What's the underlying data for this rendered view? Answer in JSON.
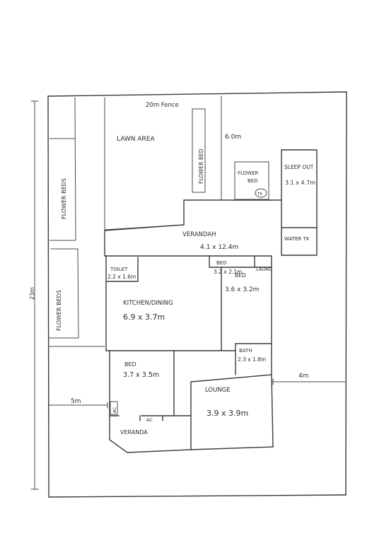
{
  "labels": {
    "fence": "20m Fence",
    "lawn": "LAWN AREA",
    "flower_bed_top": "FLOWER BED",
    "six_m": "6.0m",
    "flower_bed_small_1": "FLOWER",
    "flower_bed_small_2": "BED",
    "tk": "TK",
    "sleep_out": "SLEEP OUT",
    "sleep_out_size": "3.1 x 4.7m",
    "water_tk": "WATER TK",
    "flower_beds_upper": "FLOWER BEDS",
    "flower_beds_lower": "FLOWER BEDS",
    "verandah": "VERANDAH",
    "verandah_size": "4.1 x 12.4m",
    "toilet": "TOILET",
    "toilet_size": "2.2 x 1.6m",
    "bed1": "BED",
    "bed1_size": "3.2 x 2.1m",
    "laund": "LAUND",
    "kitchen": "KITCHEN/DINING",
    "kitchen_size": "6.9 x 3.7m",
    "bed2": "BED",
    "bed2_size": "3.6 x 3.2m",
    "bath": "BATH",
    "bath_size": "2.3 x 1.8m",
    "bed3": "BED",
    "bed3_size": "3.7 x 3.5m",
    "four_m": "4m",
    "lounge": "LOUNGE",
    "lounge_size": "3.9 x 3.9m",
    "twenty_three_m": "23m",
    "five_m": "5m",
    "ac_left": "AC",
    "ac_bottom": "AC",
    "veranda": "VERANDA"
  }
}
